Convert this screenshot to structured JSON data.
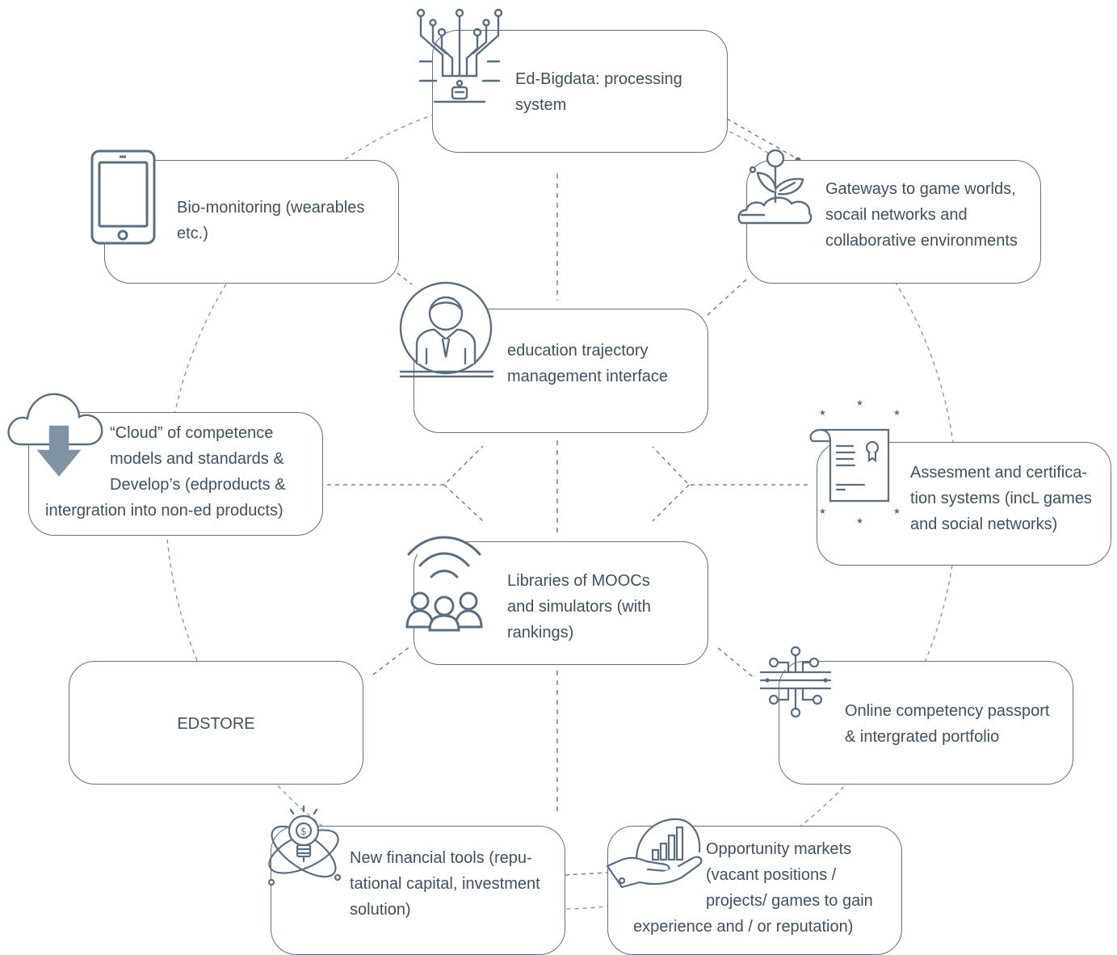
{
  "nodes": {
    "edbigdata": {
      "lines": [
        "Ed-Bigdata:   processing",
        "system"
      ],
      "icon": "circuit-tree-icon"
    },
    "biomonitoring": {
      "lines": [
        "Bio-monitoring (wearables",
        "etc.)"
      ],
      "icon": "smartphone-icon"
    },
    "gateways": {
      "lines": [
        "Gateways to game worlds,",
        "socail networks and",
        "collaborative environments"
      ],
      "icon": "sprout-icon"
    },
    "trajectory": {
      "lines": [
        "education trajectory",
        "management interface"
      ],
      "icon": "user-profile-icon"
    },
    "cloud": {
      "lines": [
        "“Cloud” of competence",
        "models and standards &",
        "Develop’s (edproducts &",
        "intergration into non-ed products)"
      ],
      "icon": "cloud-download-icon"
    },
    "assessment": {
      "lines": [
        "Assesment and certifica-",
        "tion systems (incL games",
        "and social networks)"
      ],
      "icon": "certificate-icon"
    },
    "libraries": {
      "lines": [
        "Libraries of MOOCs",
        "and simulators (with",
        "rankings)"
      ],
      "icon": "online-group-icon"
    },
    "edstore": {
      "lines": [
        "EDSTORE"
      ]
    },
    "passport": {
      "lines": [
        "Online competency passport",
        "& intergrated portfolio"
      ],
      "icon": "chip-connector-icon"
    },
    "financial": {
      "lines": [
        "New financial tools (repu-",
        "tational capital, investment",
        "solution)"
      ],
      "icon": "lightbulb-dollar-icon"
    },
    "opportunity": {
      "lines": [
        "Opportunity markets",
        "(vacant positions /",
        "projects/ games to gain",
        "experience and / or reputation)"
      ],
      "icon": "hand-growth-chart-icon"
    }
  },
  "colors": {
    "line": "#5f7283",
    "icon": "#5b6e80",
    "text": "#3f5161",
    "accent": "#7f93a5"
  }
}
